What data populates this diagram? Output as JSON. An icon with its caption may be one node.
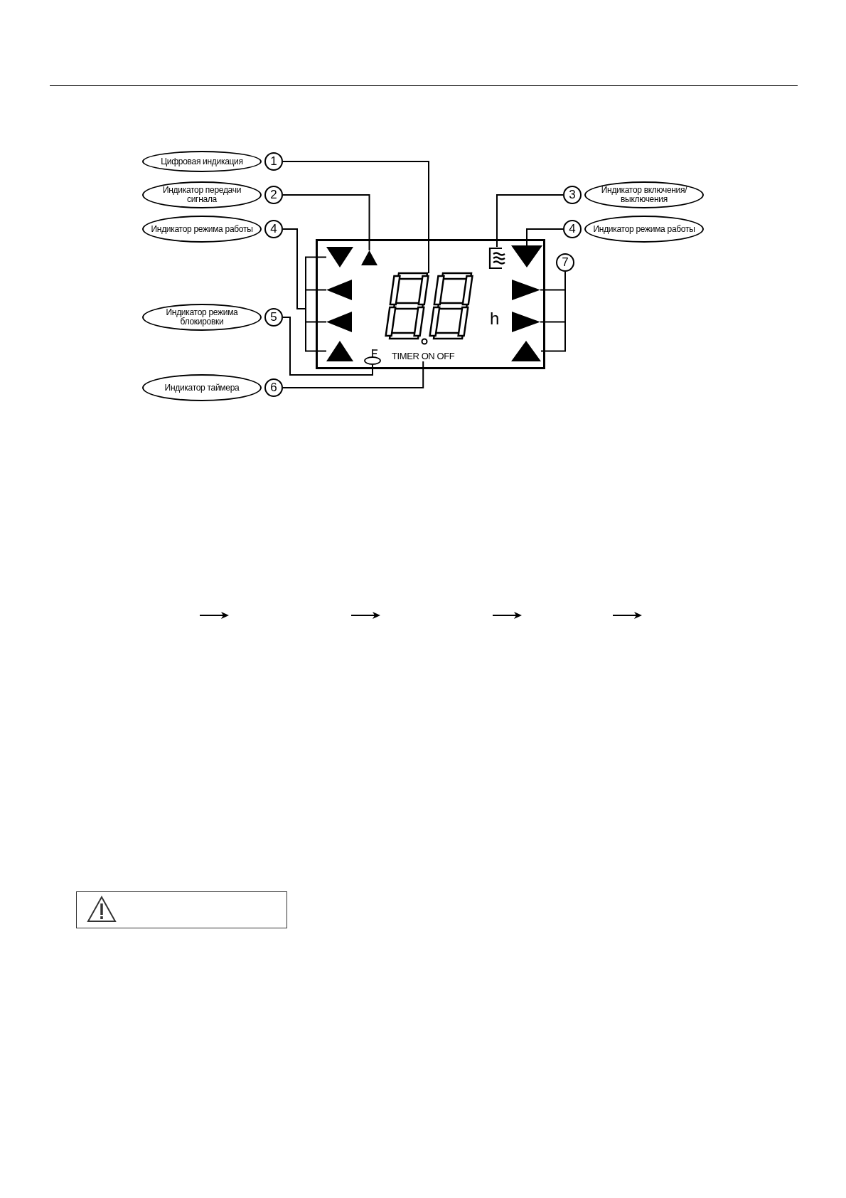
{
  "diagram": {
    "nodes": [
      {
        "text": [
          "Цифровая индикация"
        ],
        "beside": [
          "1"
        ]
      },
      {
        "text": [
          "Индикатор передачи сигнала"
        ],
        "beside": [
          "2"
        ]
      },
      {
        "text": [
          "Индикатор режима работы"
        ],
        "beside": [
          "4"
        ]
      },
      {
        "text": [
          "Индикатор режима блокировки"
        ],
        "beside": [
          "5"
        ]
      },
      {
        "text": [
          "Индикатор таймера"
        ],
        "beside": [
          "6"
        ]
      },
      {
        "text": [
          "Индикатор включения/выключения"
        ],
        "beside": [
          "3"
        ]
      },
      {
        "text": [
          "Индикатор режима работы"
        ],
        "beside": [
          "4"
        ]
      },
      {
        "text": [
          "7"
        ]
      },
      {
        "text": [],
        "shape": "box"
      },
      {
        "text": [],
        "shape": "triangle",
        "in": 8
      },
      {
        "text": [],
        "shape": "triangle",
        "in": 8
      },
      {
        "text": [],
        "shape": "display",
        "in": 8
      },
      {
        "text": [],
        "shape": "icon",
        "in": 8
      },
      {
        "text": [],
        "shape": "triangle",
        "in": 8
      },
      {
        "text": [],
        "shape": "triangle",
        "in": 8
      },
      {
        "text": [],
        "shape": "triangle",
        "in": 8
      },
      {
        "text": [],
        "shape": "triangle",
        "in": 8
      },
      {
        "text": [],
        "shape": "triangle",
        "in": 8
      },
      {
        "text": [],
        "shape": "triangle",
        "in": 8
      },
      {
        "text": [],
        "shape": "icon",
        "in": 8
      },
      {
        "text": [
          "TIMER ON OFF"
        ],
        "in": 8
      },
      {
        "text": [],
        "shape": "triangle",
        "in": 8
      }
    ],
    "edges": [
      {
        "from": 0,
        "to": 11,
        "arrow": "none"
      },
      {
        "from": 1,
        "to": 10,
        "arrow": "none"
      },
      {
        "from": 2,
        "to": 9,
        "arrow": "none"
      },
      {
        "from": 2,
        "to": 14,
        "arrow": "none"
      },
      {
        "from": 2,
        "to": 16,
        "arrow": "none"
      },
      {
        "from": 2,
        "to": 18,
        "arrow": "none"
      },
      {
        "from": 3,
        "to": 19,
        "arrow": "none"
      },
      {
        "from": 4,
        "to": 20,
        "arrow": "none"
      },
      {
        "from": 5,
        "to": 12,
        "arrow": "none"
      },
      {
        "from": 6,
        "to": 13,
        "arrow": "none"
      },
      {
        "from": 7,
        "to": 15,
        "arrow": "none"
      },
      {
        "from": 7,
        "to": 17,
        "arrow": "none"
      },
      {
        "from": 7,
        "to": 21,
        "arrow": "none"
      }
    ],
    "labels": [
      "h"
    ]
  }
}
